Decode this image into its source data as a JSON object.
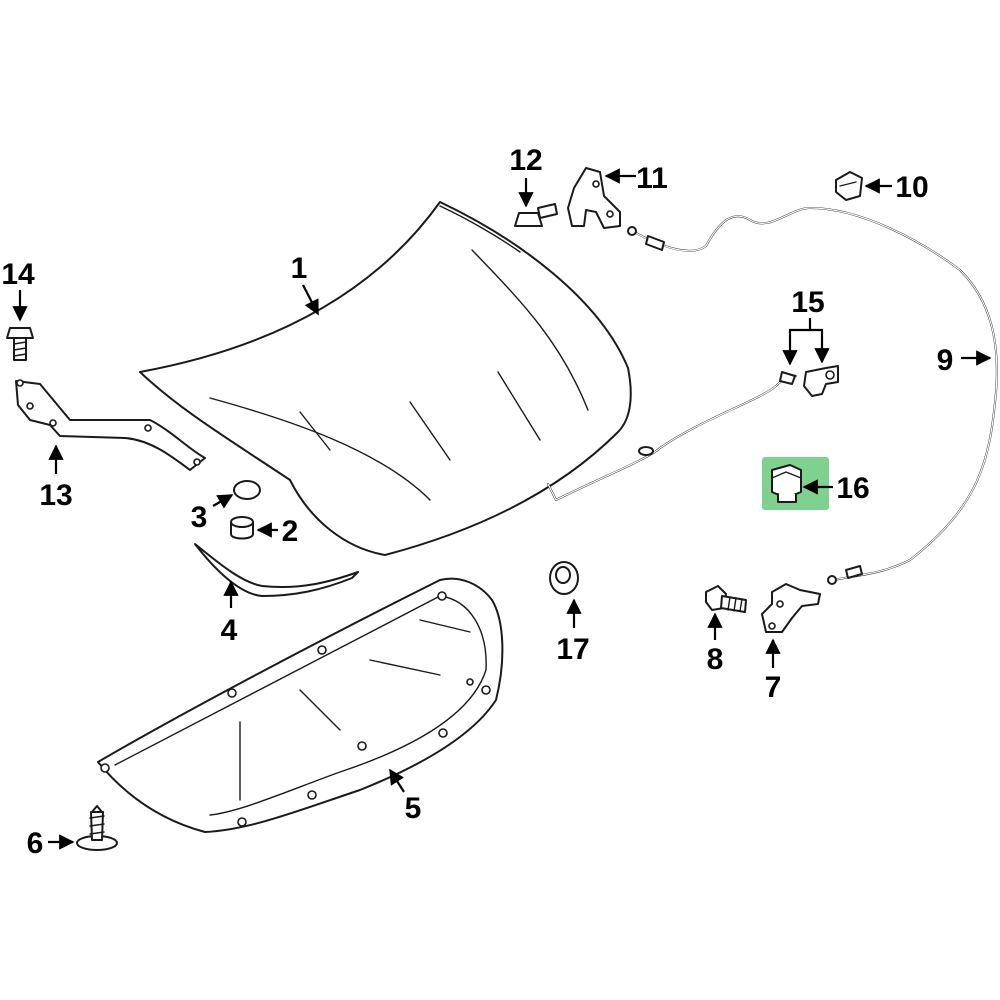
{
  "callouts": {
    "c1": "1",
    "c2": "2",
    "c3": "3",
    "c4": "4",
    "c5": "5",
    "c6": "6",
    "c7": "7",
    "c8": "8",
    "c9": "9",
    "c10": "10",
    "c11": "11",
    "c12": "12",
    "c13": "13",
    "c14": "14",
    "c15": "15",
    "c16": "16",
    "c17": "17"
  },
  "highlight": {
    "callout": "16",
    "color": "#7fd18f"
  },
  "colors": {
    "line": "#1a1a1a",
    "text": "#000000",
    "background": "#ffffff"
  }
}
